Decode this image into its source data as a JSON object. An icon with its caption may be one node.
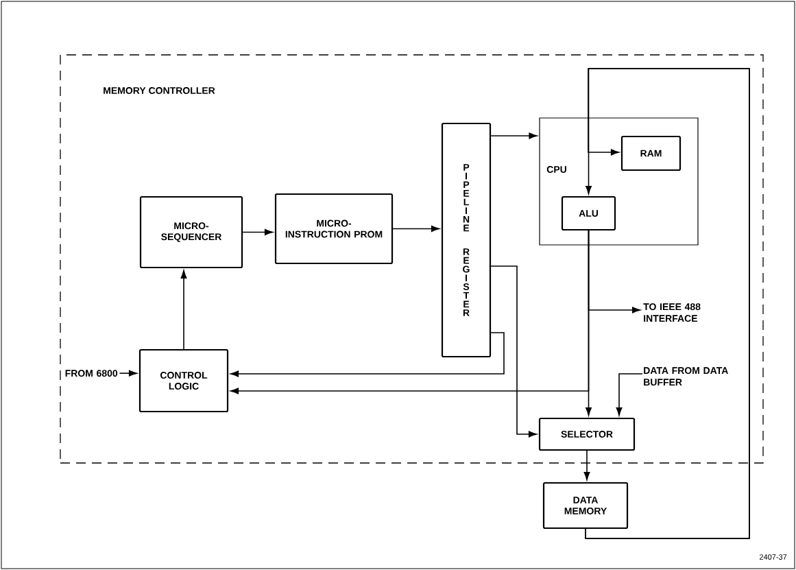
{
  "diagram": {
    "nodes": [
      {
        "text": [
          "MEMORY CONTROLLER"
        ]
      },
      {
        "text": [
          "MICRO-SEQUENCER"
        ],
        "in": 0
      },
      {
        "text": [
          "MICRO-INSTRUCTION PROM"
        ],
        "in": 0
      },
      {
        "text": [
          "PIPELINE REGISTER"
        ],
        "in": 0
      },
      {
        "text": [
          "CPU"
        ],
        "in": 0
      },
      {
        "text": [
          "RAM"
        ],
        "in": 4
      },
      {
        "text": [
          "ALU"
        ],
        "in": 4
      },
      {
        "text": [
          "CONTROL LOGIC"
        ],
        "in": 0
      },
      {
        "text": [
          "FROM 6800"
        ],
        "in": 0
      },
      {
        "text": [
          "TO IEEE 488 INTERFACE"
        ],
        "in": 0
      },
      {
        "text": [
          "DATA FROM DATA BUFFER"
        ],
        "in": 0
      },
      {
        "text": [
          "SELECTOR"
        ],
        "in": 0
      },
      {
        "text": [
          "DATA MEMORY"
        ]
      }
    ],
    "edges": [
      {
        "from": 8,
        "to": 7,
        "arrow": "to"
      },
      {
        "from": 7,
        "to": 1,
        "arrow": "to"
      },
      {
        "from": 1,
        "to": 2,
        "arrow": "to"
      },
      {
        "from": 2,
        "to": 3,
        "arrow": "to"
      },
      {
        "from": 3,
        "to": 4,
        "arrow": "to"
      },
      {
        "from": 12,
        "to": 6,
        "arrow": "to"
      },
      {
        "from": 12,
        "to": 5,
        "arrow": "to"
      },
      {
        "from": 6,
        "to": 9,
        "arrow": "to"
      },
      {
        "from": 6,
        "to": 11,
        "arrow": "to"
      },
      {
        "from": 6,
        "to": 7,
        "arrow": "to"
      },
      {
        "from": 3,
        "to": 7,
        "arrow": "to"
      },
      {
        "from": 3,
        "to": 11,
        "arrow": "to"
      },
      {
        "from": 10,
        "to": 11,
        "arrow": "to"
      },
      {
        "from": 11,
        "to": 12,
        "arrow": "to"
      }
    ],
    "labels": [
      "2407-37"
    ]
  }
}
